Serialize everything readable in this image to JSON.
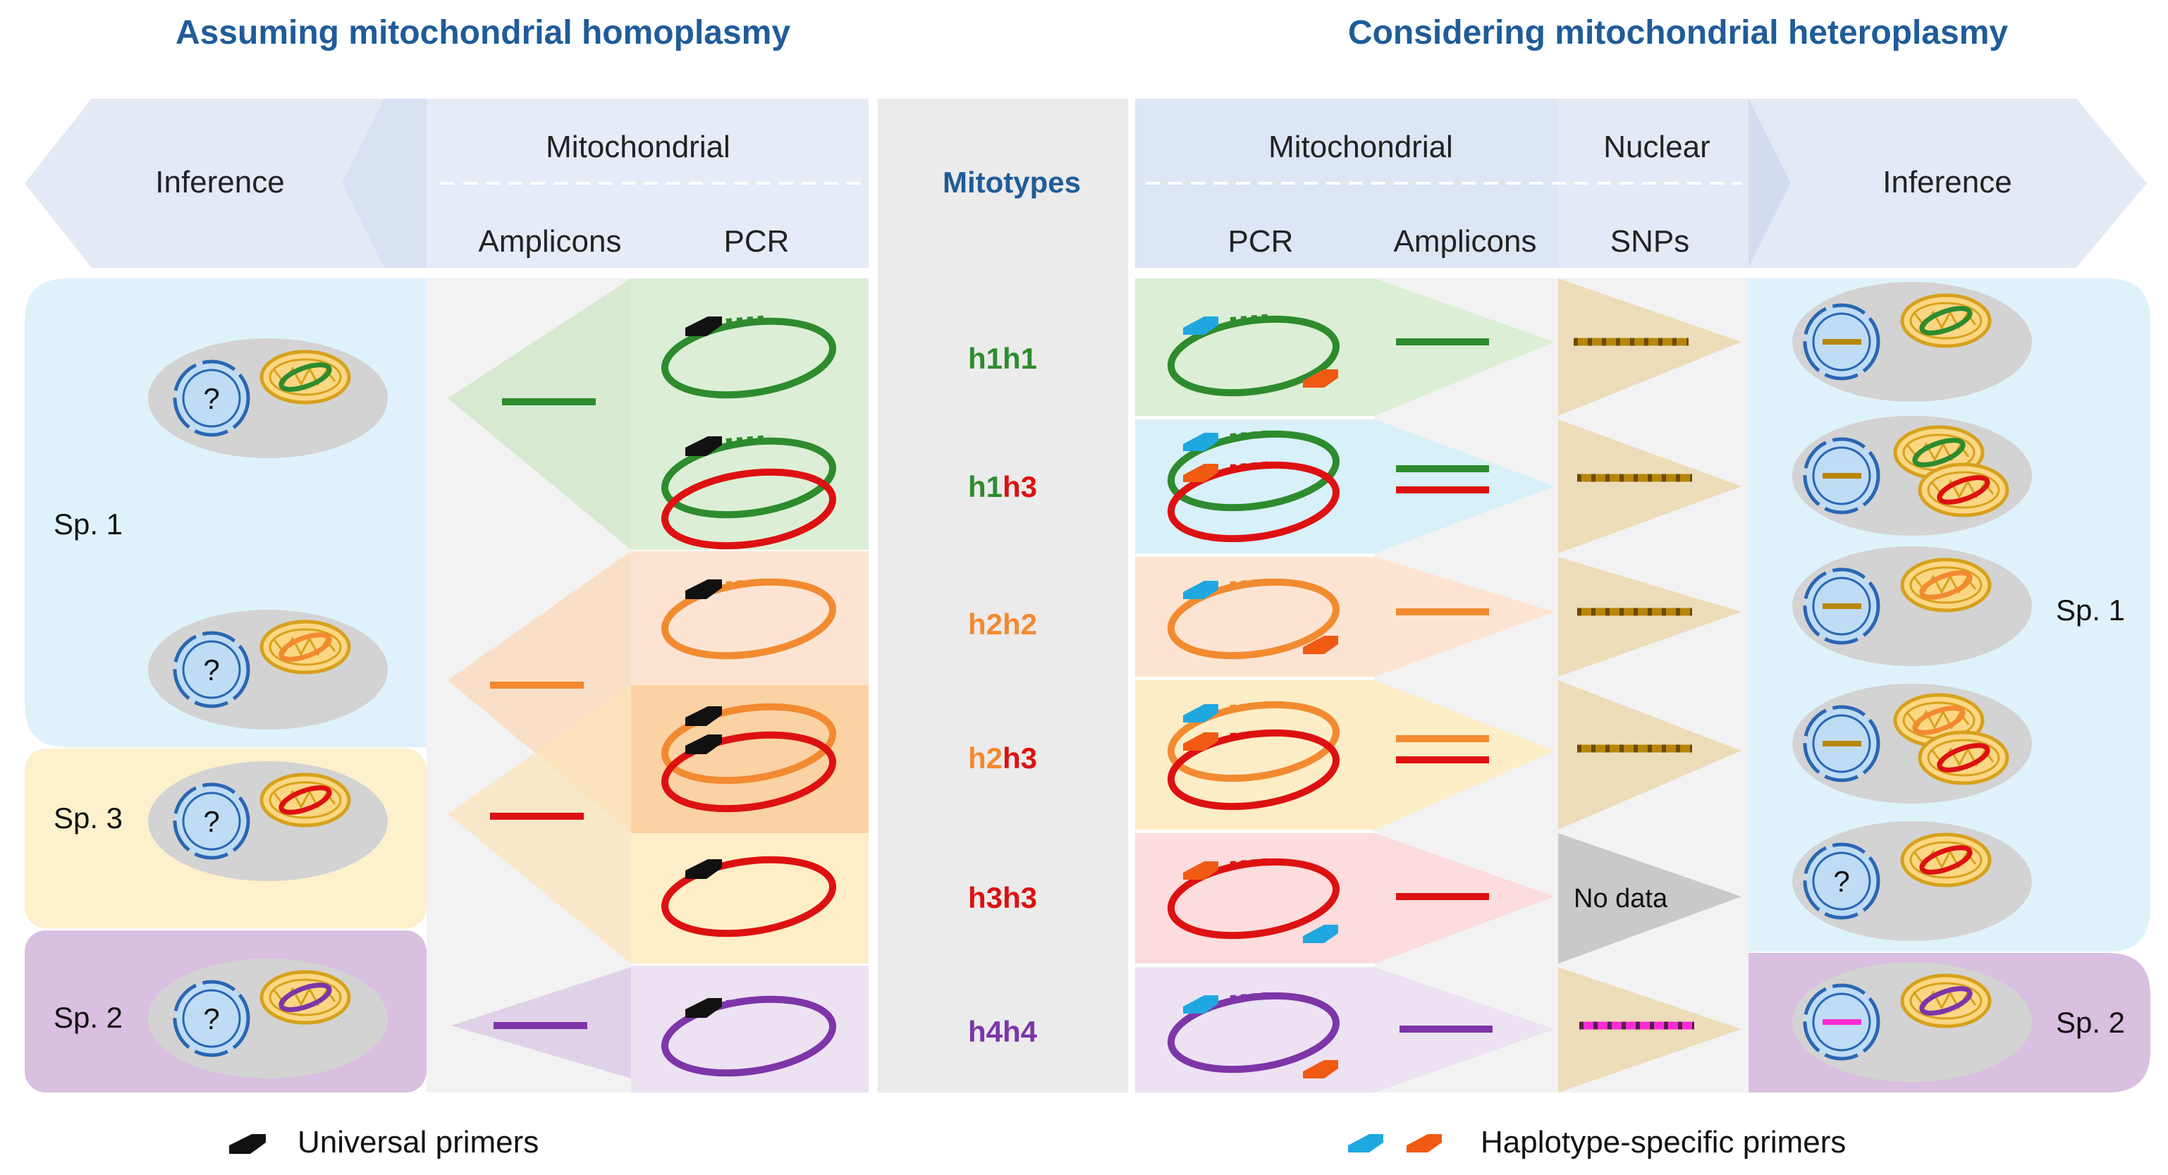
{
  "left_title": "Assuming mitochondrial homoplasmy",
  "right_title": "Considering mitochondrial heteroplasmy",
  "left_headers": {
    "inference": "Inference",
    "mitochondrial": "Mitochondrial",
    "amplicons": "Amplicons",
    "pcr": "PCR"
  },
  "center_header": "Mitotypes",
  "right_headers": {
    "mitochondrial": "Mitochondrial",
    "nuclear": "Nuclear",
    "pcr": "PCR",
    "amplicons": "Amplicons",
    "snps": "SNPs",
    "inference": "Inference"
  },
  "mitotypes": [
    {
      "a": "h1",
      "b": "h1",
      "color_a": "#2e8b2e",
      "color_b": "#2e8b2e"
    },
    {
      "a": "h1",
      "b": "h3",
      "color_a": "#2e8b2e",
      "color_b": "#dd1111"
    },
    {
      "a": "h2",
      "b": "h2",
      "color_a": "#f28a30",
      "color_b": "#f28a30"
    },
    {
      "a": "h2",
      "b": "h3",
      "color_a": "#f28a30",
      "color_b": "#dd1111"
    },
    {
      "a": "h3",
      "b": "h3",
      "color_a": "#dd1111",
      "color_b": "#dd1111"
    },
    {
      "a": "h4",
      "b": "h4",
      "color_a": "#7d35a8",
      "color_b": "#7d35a8"
    }
  ],
  "species_left": {
    "sp1": "Sp. 1",
    "sp3": "Sp. 3",
    "sp2": "Sp. 2"
  },
  "species_right": {
    "sp1": "Sp. 1",
    "sp2": "Sp. 2"
  },
  "unknown_nucleus": "?",
  "no_data": "No data",
  "legend": {
    "universal": "Universal primers",
    "specific": "Haplotype-specific primers"
  },
  "colors": {
    "title_blue": "#1f5c99",
    "green": "#2e8b2e",
    "orange": "#f28a30",
    "red": "#dd1111",
    "purple": "#7d35a8",
    "blue_primer": "#1fa8e0",
    "orange_primer": "#f05a12",
    "snp_gold": "#b8860b",
    "snp_pink": "#ff2ad4"
  }
}
